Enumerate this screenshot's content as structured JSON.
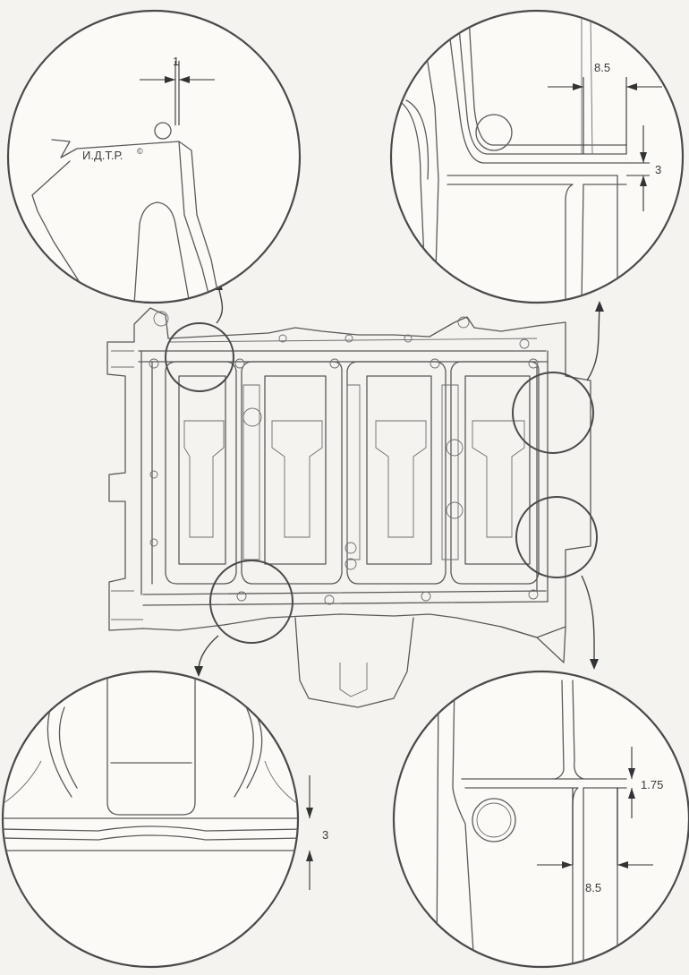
{
  "detail_top_left": {
    "dimension": "1",
    "marking": "И.Д.Т.Р.",
    "marking_symbol": "©"
  },
  "detail_top_right": {
    "dimension_horizontal": "8.5",
    "dimension_vertical": "3"
  },
  "detail_bottom_left": {
    "dimension_vertical": "3"
  },
  "detail_bottom_right": {
    "dimension_vertical": "1.75",
    "dimension_horizontal": "8.5"
  },
  "colors": {
    "line": "#5a5a5a",
    "paper": "#f4f3ef",
    "circle_fill": "#fbfaf7"
  }
}
